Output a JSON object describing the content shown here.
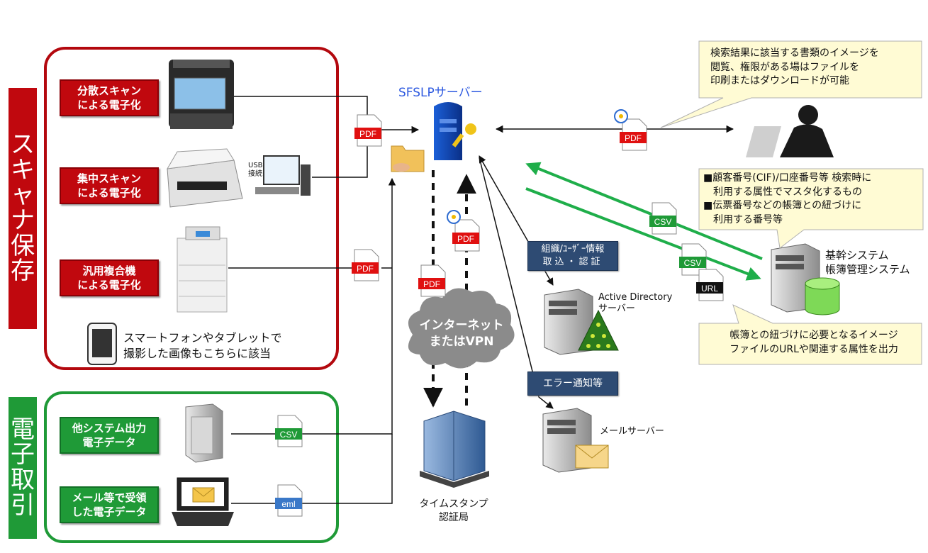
{
  "side_labels": {
    "scanner": "スキャナ保存",
    "electronic": "電子取引"
  },
  "scan_boxes": [
    [
      "分散スキャン",
      "による電子化"
    ],
    [
      "集中スキャン",
      "による電子化"
    ],
    [
      "汎用複合機",
      "による電子化"
    ]
  ],
  "usb_label": [
    "USB",
    "接続"
  ],
  "smartphone_note": [
    "スマートフォンやタブレットで",
    "撮影した画像もこちらに該当"
  ],
  "electronic_boxes": [
    [
      "他システム出力",
      "電子データ"
    ],
    [
      "メール等で受領",
      "した電子データ"
    ]
  ],
  "server_title": "SFSLPサーバー",
  "file_tags": {
    "pdf": "PDF",
    "csv": "CSV",
    "eml": "eml",
    "url": "URL"
  },
  "internet_cloud": [
    "インターネット",
    "またはVPN"
  ],
  "timestamp": [
    "タイムスタンプ",
    "認証局"
  ],
  "org_box": [
    "組織/ﾕｰｻﾞｰ情報",
    "取込・認証"
  ],
  "error_box": "エラー通知等",
  "active_directory": [
    "Active Directory",
    "サーバー"
  ],
  "mail_server": "メールサーバー",
  "callout_top": "検索結果に該当する書類のイメージを\n閲覧、権限がある場はファイルを\n印刷またはダウンロードが可能",
  "callout_mid": "■顧客番号(CIF)/口座番号等 検索時に\n　利用する属性でマスタ化するもの\n■伝票番号などの帳簿との紐づけに\n　利用する番号等",
  "core_system": [
    "基幹システム",
    "帳簿管理システム"
  ],
  "callout_bottom": "帳簿との紐づけに必要となるイメージ\nファイルのURLや関連する属性を出力",
  "colors": {
    "red": "#c0080e",
    "green": "#1f9a37",
    "navy": "#2e4b73",
    "callout_fill": "#fffbd4",
    "arrow_green": "#1fae4a"
  }
}
